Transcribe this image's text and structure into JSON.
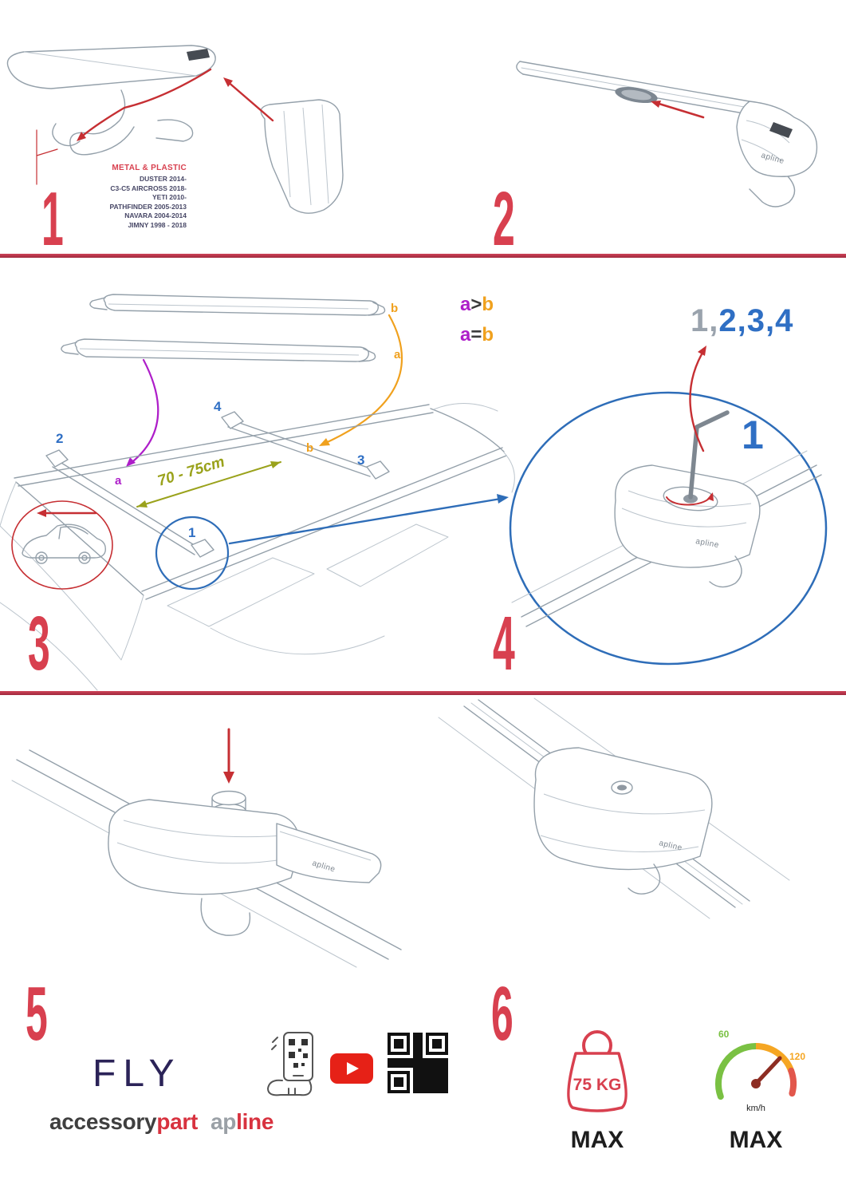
{
  "meta": {
    "brand_logo": "apline"
  },
  "steps": {
    "s1": {
      "number": "1",
      "material": "METAL & PLASTIC",
      "models": [
        "DUSTER 2014-",
        "C3-C5 AIRCROSS 2018-",
        "YETI 2010-",
        "PATHFINDER 2005-2013",
        "NAVARA 2004-2014",
        "JIMNY 1998 - 2018"
      ]
    },
    "s2": {
      "number": "2"
    },
    "s3": {
      "number": "3",
      "stack_label_top": "b",
      "stack_label_bottom": "a",
      "rule1": {
        "a": "a",
        "op": ">",
        "b": "b"
      },
      "rule2": {
        "a": "a",
        "op": "=",
        "b": "b"
      },
      "distance": "70 - 75cm",
      "roof_pos_2": "2",
      "roof_pos_4": "4",
      "roof_pos_3": "3",
      "roof_pos_1": "1",
      "roof_a": "a",
      "roof_b": "b"
    },
    "s4": {
      "number": "4",
      "seq_gray": "1,",
      "seq_blue": "2,3,4",
      "tool_step": "1"
    },
    "s5": {
      "number": "5"
    },
    "s6": {
      "number": "6"
    }
  },
  "footer": {
    "product": "FLY",
    "brand1_dark": "accessory",
    "brand1_red": "part",
    "brand2_gray": "ap",
    "brand2_red": "line"
  },
  "limits": {
    "weight": "75 KG",
    "weight_max": "MAX",
    "speed_low": "60",
    "speed_high": "120",
    "speed_unit": "km/h",
    "speed_max": "MAX"
  },
  "colors": {
    "step_red": "#d8404f",
    "arrow_red": "#c62f33",
    "blue": "#2e6db8",
    "orange": "#f0a11e",
    "purple": "#ae1ec9",
    "olive": "#9aa21b",
    "navy": "#2b2358",
    "youtube_red": "#e62117"
  }
}
